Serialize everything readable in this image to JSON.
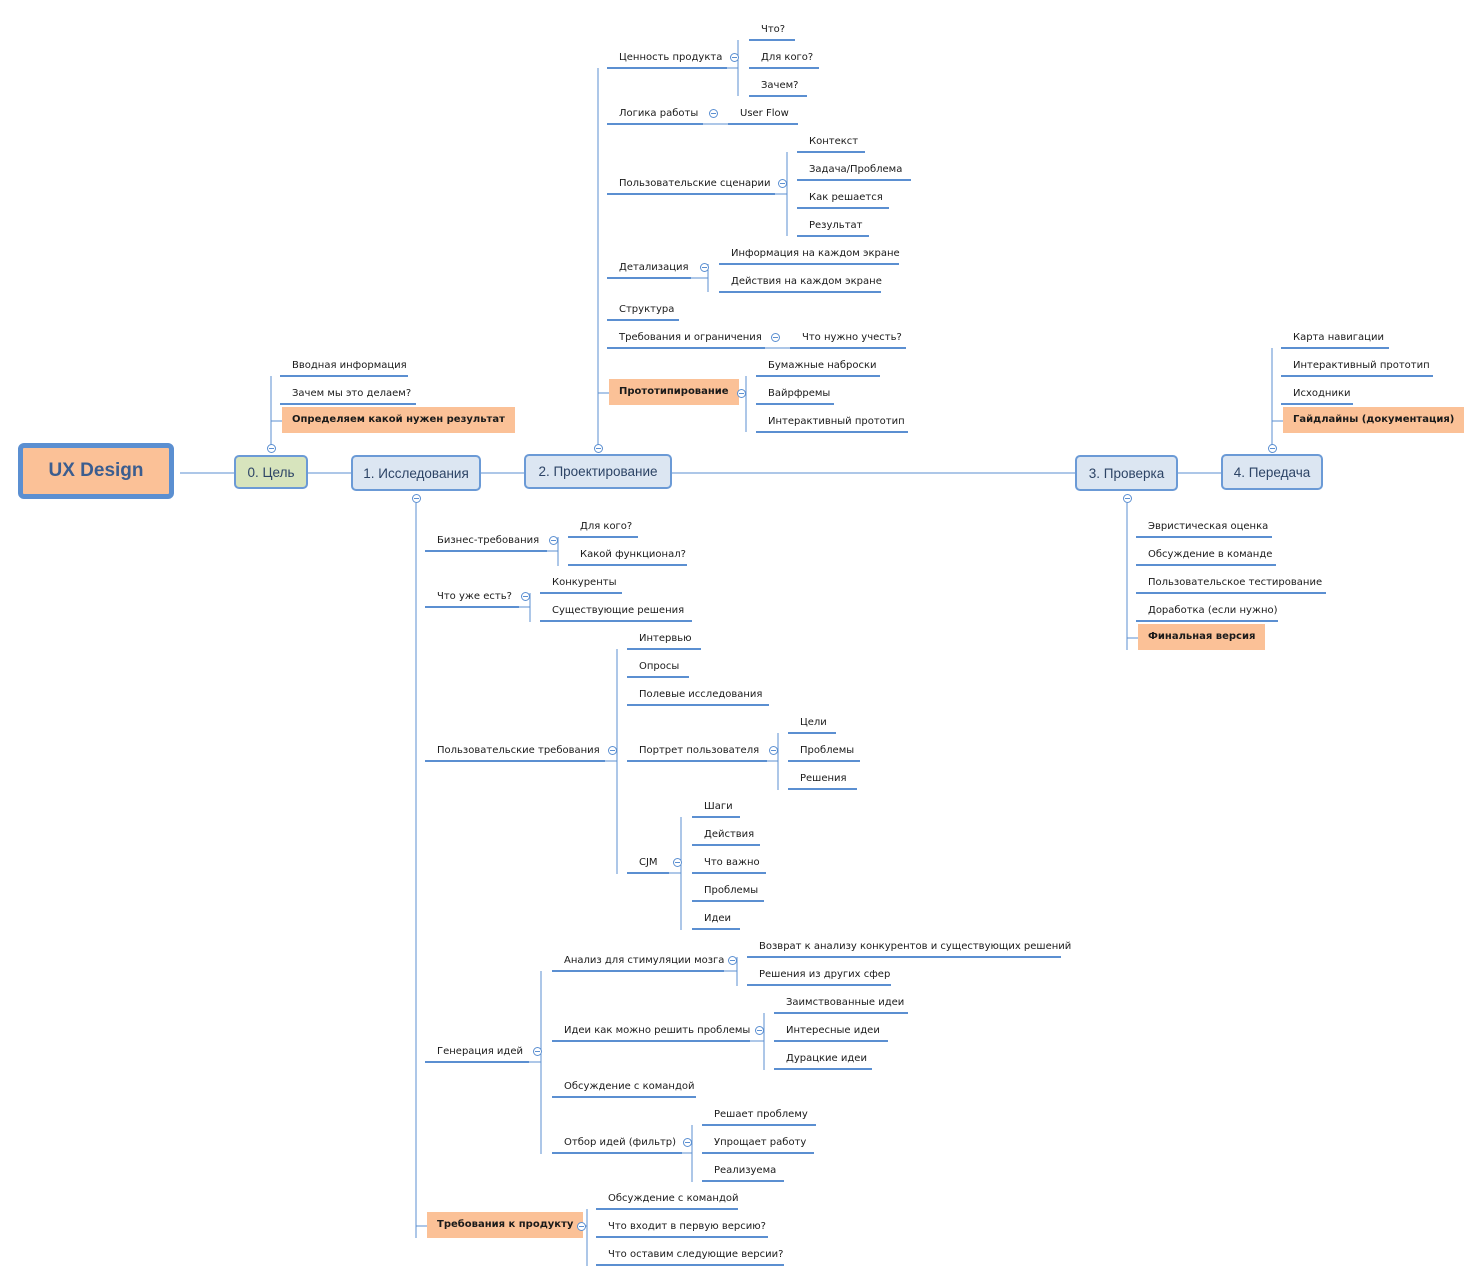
{
  "root": {
    "label": "UX Design"
  },
  "branches": {
    "goal": {
      "label": "0. Цель",
      "children": [
        "Вводная информация",
        "Зачем мы это делаем?",
        "Определяем какой нужен результат"
      ]
    },
    "research": {
      "label": "1. Исследования",
      "business": {
        "label": "Бизнес-требования",
        "children": [
          "Для кого?",
          "Какой функционал?"
        ]
      },
      "existing": {
        "label": "Что уже есть?",
        "children": [
          "Конкуренты",
          "Существующие  решения"
        ]
      },
      "user_req": {
        "label": "Пользовательские требования",
        "children": [
          "Интервью",
          "Опросы",
          "Полевые исследования"
        ],
        "persona": {
          "label": "Портрет пользователя",
          "children": [
            "Цели",
            "Проблемы",
            "Решения"
          ]
        },
        "cjm": {
          "label": "CJM",
          "children": [
            "Шаги",
            "Действия",
            "Что важно",
            "Проблемы",
            "Идеи"
          ]
        }
      },
      "ideas": {
        "label": "Генерация идей",
        "analysis": {
          "label": "Анализ для стимуляции мозга",
          "children": [
            "Возврат к анализу конкурентов и существующих решений",
            "Решения из других сфер"
          ]
        },
        "solve": {
          "label": "Идеи как можно решить проблемы",
          "children": [
            "Заимствованные идеи",
            "Интересные идеи",
            "Дурацкие идеи"
          ]
        },
        "discuss": {
          "label": "Обсуждение с командой"
        },
        "filter": {
          "label": "Отбор идей (фильтр)",
          "children": [
            "Решает проблему",
            "Упрощает работу",
            "Реализуема"
          ]
        }
      },
      "product_req": {
        "label": "Требования к продукту",
        "children": [
          "Обсуждение с командой",
          "Что входит в первую версию?",
          "Что оставим следующие версии?"
        ]
      }
    },
    "design": {
      "label": "2. Проектирование",
      "value": {
        "label": "Ценность продукта",
        "children": [
          "Что?",
          "Для кого?",
          "Зачем?"
        ]
      },
      "logic": {
        "label": "Логика работы",
        "children": [
          "User Flow"
        ]
      },
      "scenarios": {
        "label": "Пользовательские сценарии",
        "children": [
          "Контекст",
          "Задача/Проблема",
          "Как решается",
          "Результат"
        ]
      },
      "detail": {
        "label": "Детализация",
        "children": [
          "Информация на каждом экране",
          "Действия на каждом экране"
        ]
      },
      "structure": {
        "label": "Структура"
      },
      "constraints": {
        "label": "Требования и ограничения",
        "children": [
          "Что нужно учесть?"
        ]
      },
      "proto": {
        "label": "Прототипирование",
        "children": [
          "Бумажные наброски",
          "Вайрфремы",
          "Интерактивный прототип"
        ]
      }
    },
    "check": {
      "label": "3. Проверка",
      "children": [
        "Эвристическая оценка",
        "Обсуждение в команде",
        "Пользовательское тестирование",
        "Доработка (если нужно)",
        "Финальная версия"
      ]
    },
    "handoff": {
      "label": "4. Передача",
      "children": [
        "Карта навигации",
        "Интерактивный прототип",
        "Исходники",
        "Гайдлайны (документация)"
      ]
    }
  },
  "colors": {
    "line": "#5b8fd1",
    "highlight": "#fbc197",
    "goal_fill": "#d7e4bd",
    "branch_fill": "#dce6f2",
    "border": "#6b9ad6"
  }
}
